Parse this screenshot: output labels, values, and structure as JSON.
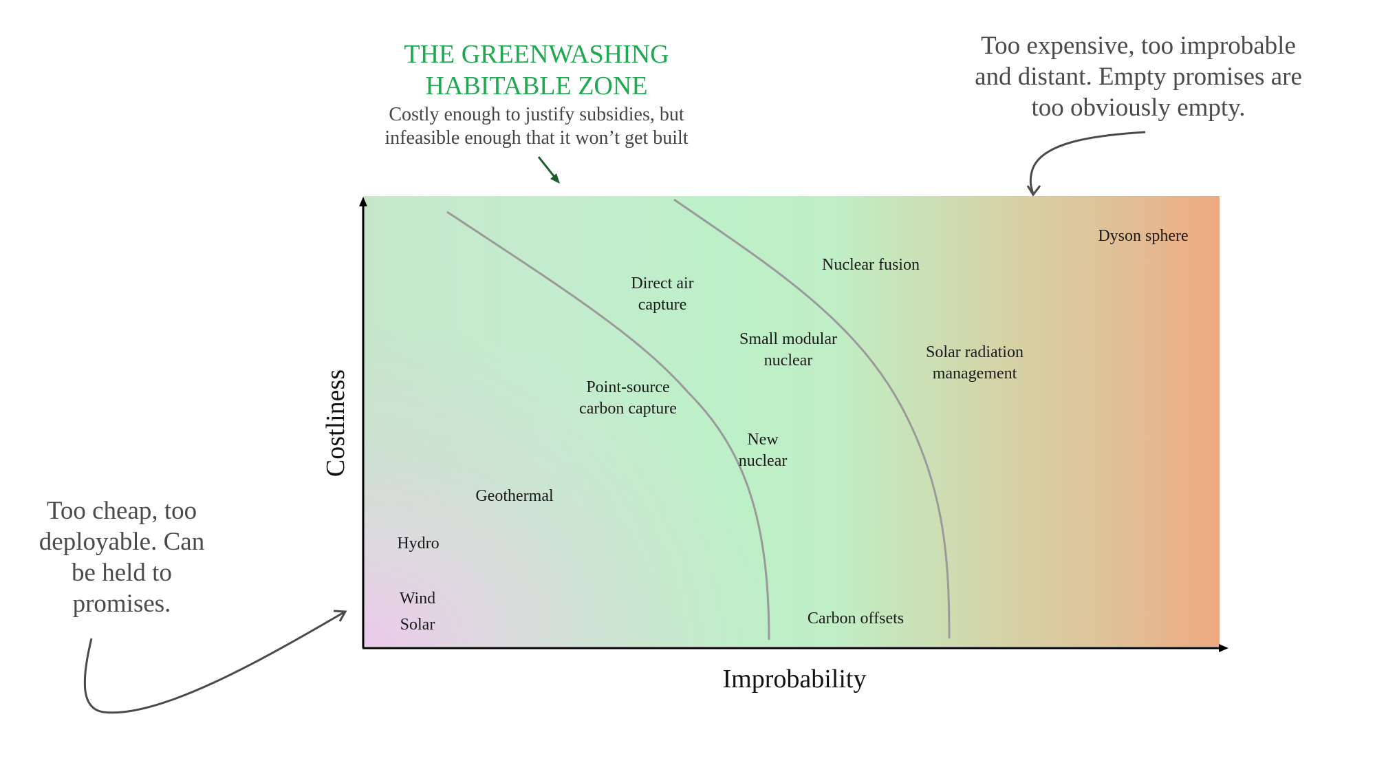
{
  "header": {
    "title": "THE GREENWASHING\nHABITABLE ZONE",
    "subtitle": "Costly enough to justify subsidies, but\ninfeasible enough that it won’t get built"
  },
  "annotations": {
    "right_note": "Too expensive, too improbable\nand distant. Empty promises are\ntoo obviously empty.",
    "left_note": "Too cheap, too\ndeployable. Can\nbe held to\npromises."
  },
  "axes": {
    "x_label": "Improbability",
    "y_label": "Costliness"
  },
  "colors": {
    "title_green": "#1fa84f",
    "arrow_green": "#1d5a2e",
    "curve_gray": "#9a9a9a",
    "note_gray": "#4a4a4a",
    "axis_black": "#000000"
  },
  "items": [
    {
      "label": "Dyson sphere"
    },
    {
      "label": "Nuclear fusion"
    },
    {
      "label": "Direct air\ncapture"
    },
    {
      "label": "Small modular\nnuclear"
    },
    {
      "label": "Solar radiation\nmanagement"
    },
    {
      "label": "Point-source\ncarbon capture"
    },
    {
      "label": "New\nnuclear"
    },
    {
      "label": "Geothermal"
    },
    {
      "label": "Hydro"
    },
    {
      "label": "Wind"
    },
    {
      "label": "Solar"
    },
    {
      "label": "Carbon offsets"
    }
  ]
}
